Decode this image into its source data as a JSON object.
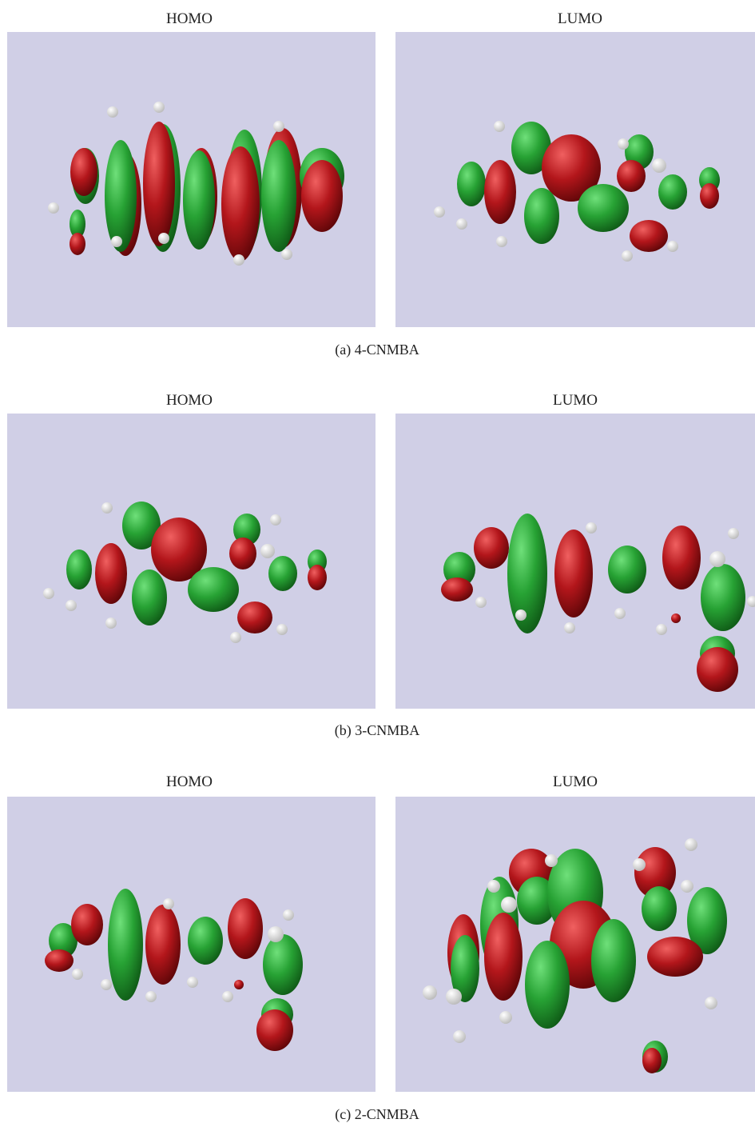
{
  "colors": {
    "background": "#d0cfe6",
    "positive_lobe": "#27a234",
    "negative_lobe": "#b3161b",
    "hydrogen": "#f2f2f2"
  },
  "rows": [
    {
      "homo_title": "HOMO",
      "lumo_title": "LUMO",
      "caption": "(a)  4-CNMBA"
    },
    {
      "homo_title": "HOMO",
      "lumo_title": "LUMO",
      "caption": "(b)  3-CNMBA"
    },
    {
      "homo_title": "HOMO",
      "lumo_title": "LUMO",
      "caption": "(c)  2-CNMBA"
    }
  ]
}
